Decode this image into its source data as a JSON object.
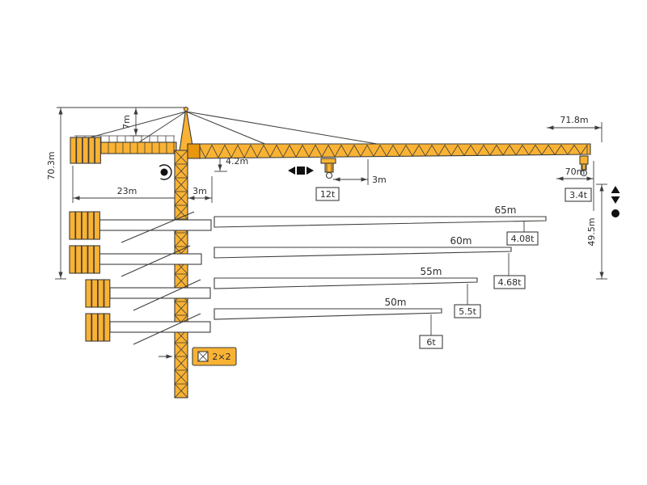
{
  "diagram": {
    "type": "tower-crane-dimension-and-load-diagram",
    "colors": {
      "crane_yellow": "#F9B233",
      "line": "#3D3D3B",
      "badge_bg": "#FFFFFF"
    },
    "dimensions": {
      "total_height": "70.3m",
      "apex_rise": "7m",
      "counterjib_radius": "23m",
      "rear_offset": "3m",
      "root_height": "4.2m",
      "min_trolley_radius": "3m",
      "max_radius": "71.8m",
      "tip_hook_radius": "70m",
      "hook_height": "49.5m"
    },
    "loads": {
      "max_capacity": "12t",
      "tip_capacity": "3.4t"
    },
    "jib_variants": [
      {
        "length": "65m",
        "tip_load": "4.08t"
      },
      {
        "length": "60m",
        "tip_load": "4.68t"
      },
      {
        "length": "55m",
        "tip_load": "5.5t"
      },
      {
        "length": "50m",
        "tip_load": "6t"
      }
    ],
    "mast_section": "2×2",
    "icons": {
      "slewing": "rotation-arrow-around-dot",
      "trolley_travel": "left-right-arrows-with-square",
      "hook_travel": "up-down-arrows-with-dot",
      "mast_section": "cross-braced-square"
    }
  }
}
